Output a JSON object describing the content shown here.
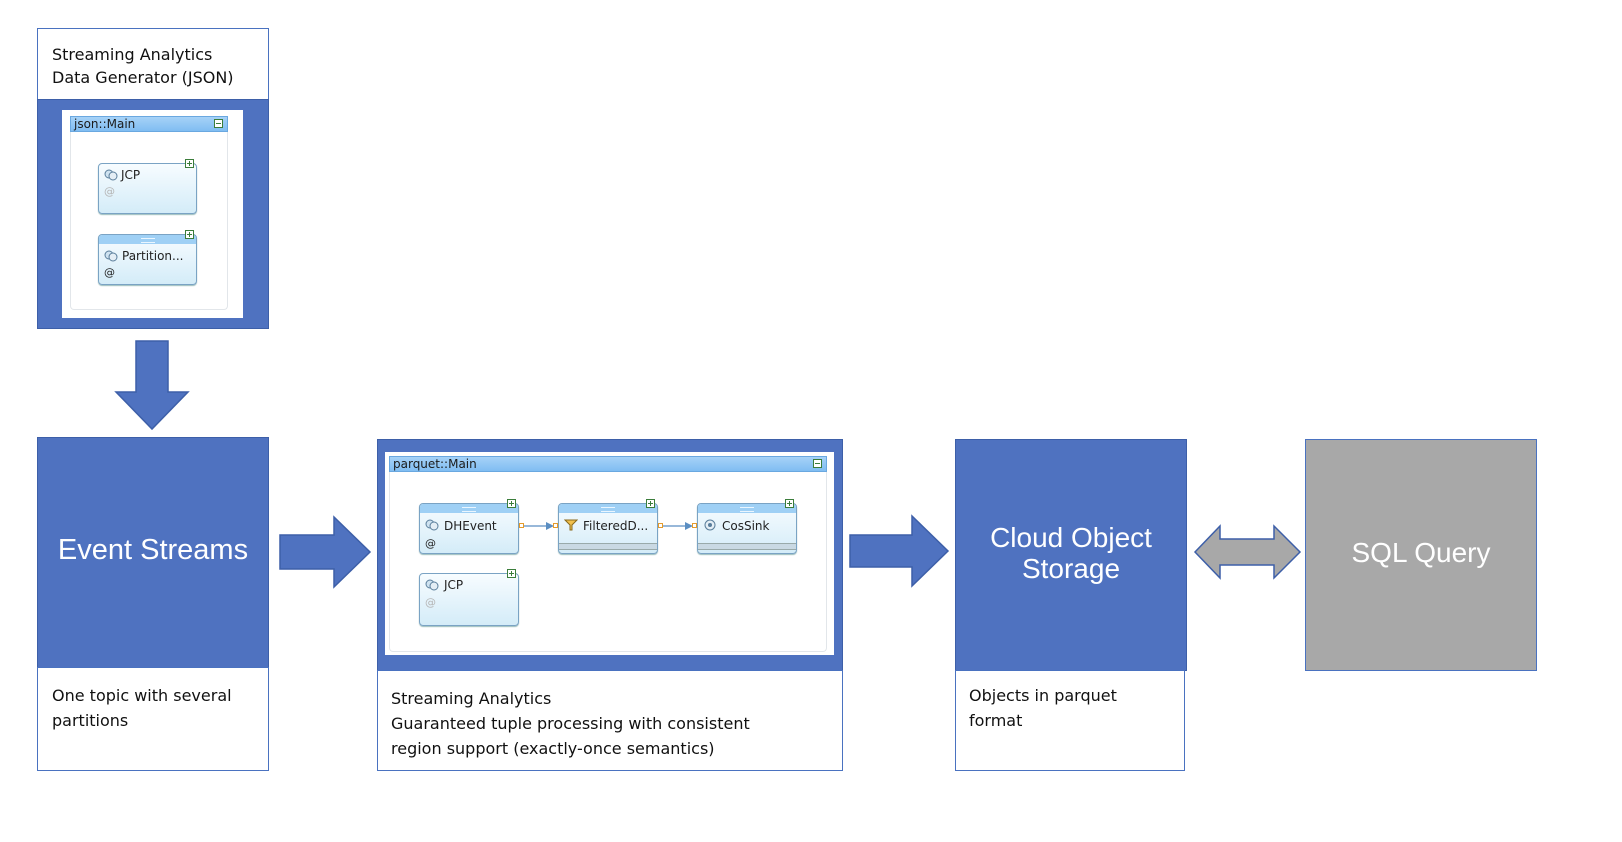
{
  "generator": {
    "caption_line1": "Streaming Analytics",
    "caption_line2": "Data Generator (JSON)",
    "graph_title": "json::Main",
    "operators": [
      {
        "name": "JCP",
        "at": "@"
      },
      {
        "name": "Partition...",
        "at": "@"
      }
    ]
  },
  "event_streams": {
    "title": "Event Streams",
    "caption": "One topic with several\npartitions"
  },
  "streaming": {
    "graph_title": "parquet::Main",
    "operators": [
      {
        "name": "DHEvent",
        "at": "@"
      },
      {
        "name": "FilteredD..."
      },
      {
        "name": "CosSink"
      },
      {
        "name": "JCP",
        "at": "@"
      }
    ],
    "caption": "Streaming Analytics\nGuaranteed tuple processing with consistent\nregion support (exactly-once semantics)"
  },
  "cos": {
    "title": "Cloud Object\nStorage",
    "caption": "Objects in parquet\nformat"
  },
  "sql": {
    "title": "SQL Query"
  },
  "colors": {
    "block_blue": "#4f72c0",
    "sql_gray": "#a8a8a8",
    "title_bar": "#8cc4f2"
  }
}
